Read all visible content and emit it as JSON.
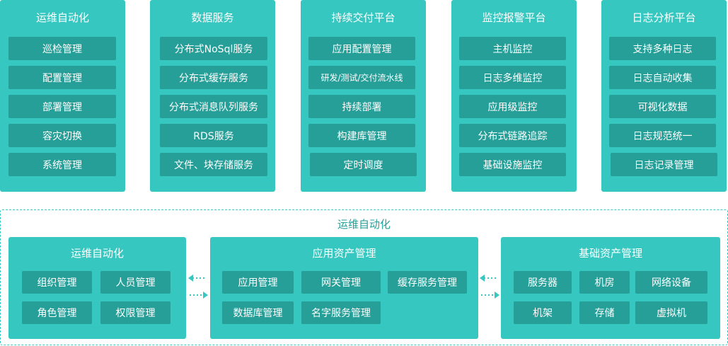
{
  "panels": [
    {
      "title": "运维自动化",
      "items": [
        "巡检管理",
        "配置管理",
        "部署管理",
        "容灾切换",
        "系统管理"
      ]
    },
    {
      "title": "数据服务",
      "items": [
        "分布式NoSql服务",
        "分布式缓存服务",
        "分布式消息队列服务",
        "RDS服务",
        "文件、块存储服务"
      ]
    },
    {
      "title": "持续交付平台",
      "items": [
        "应用配置管理",
        "研发/测试/交付流水线",
        "持续部署",
        "构建库管理",
        "定时调度"
      ]
    },
    {
      "title": "监控报警平台",
      "items": [
        "主机监控",
        "日志多维监控",
        "应用级监控",
        "分布式链路追踪",
        "基础设施监控"
      ]
    },
    {
      "title": "日志分析平台",
      "items": [
        "支持多种日志",
        "日志自动收集",
        "可视化数据",
        "日志规范统一",
        "日志记录管理"
      ]
    }
  ],
  "bottom": {
    "title": "运维自动化",
    "boxes": [
      {
        "title": "运维自动化",
        "items": [
          "组织管理",
          "人员管理",
          "角色管理",
          "权限管理"
        ]
      },
      {
        "title": "应用资产管理",
        "items": [
          "应用管理",
          "网关管理",
          "缓存服务管理",
          "数据库管理",
          "名字服务管理"
        ]
      },
      {
        "title": "基础资产管理",
        "items": [
          "服务器",
          "机房",
          "网络设备",
          "机架",
          "存储",
          "虚拟机"
        ]
      }
    ]
  },
  "colors": {
    "panel": "#36c7c0",
    "item": "#259f98",
    "text": "#ffffff",
    "title_text": "#259f98"
  }
}
